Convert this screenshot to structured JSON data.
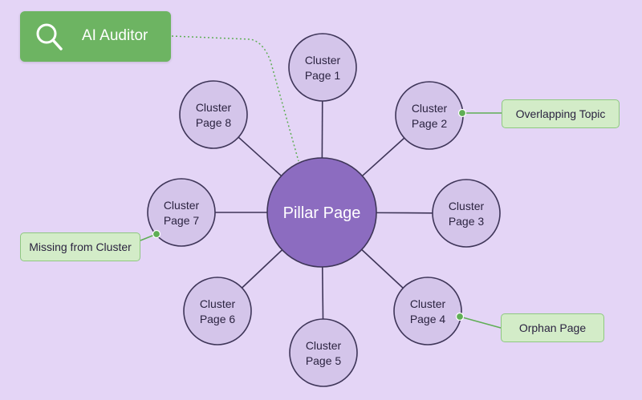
{
  "auditor": {
    "title": "AI Auditor",
    "icon": "search-icon"
  },
  "pillar": {
    "label": "Pillar Page"
  },
  "clusters": [
    {
      "id": "cluster-1",
      "line1": "Cluster",
      "line2": "Page 1"
    },
    {
      "id": "cluster-2",
      "line1": "Cluster",
      "line2": "Page 2"
    },
    {
      "id": "cluster-3",
      "line1": "Cluster",
      "line2": "Page 3"
    },
    {
      "id": "cluster-4",
      "line1": "Cluster",
      "line2": "Page 4"
    },
    {
      "id": "cluster-5",
      "line1": "Cluster",
      "line2": "Page 5"
    },
    {
      "id": "cluster-6",
      "line1": "Cluster",
      "line2": "Page 6"
    },
    {
      "id": "cluster-7",
      "line1": "Cluster",
      "line2": "Page 7"
    },
    {
      "id": "cluster-8",
      "line1": "Cluster",
      "line2": "Page 8"
    }
  ],
  "callouts": {
    "overlapping": "Overlapping Topic",
    "missing": "Missing from Cluster",
    "orphan": "Orphan Page"
  },
  "colors": {
    "background": "#e4d5f6",
    "pillar_fill": "#8c6cc0",
    "cluster_fill": "#d4c5ea",
    "node_stroke": "#3e3558",
    "auditor_fill": "#6db462",
    "callout_fill": "#d3ecc8",
    "callout_border": "#8ec880",
    "connector_green": "#5fae55"
  }
}
